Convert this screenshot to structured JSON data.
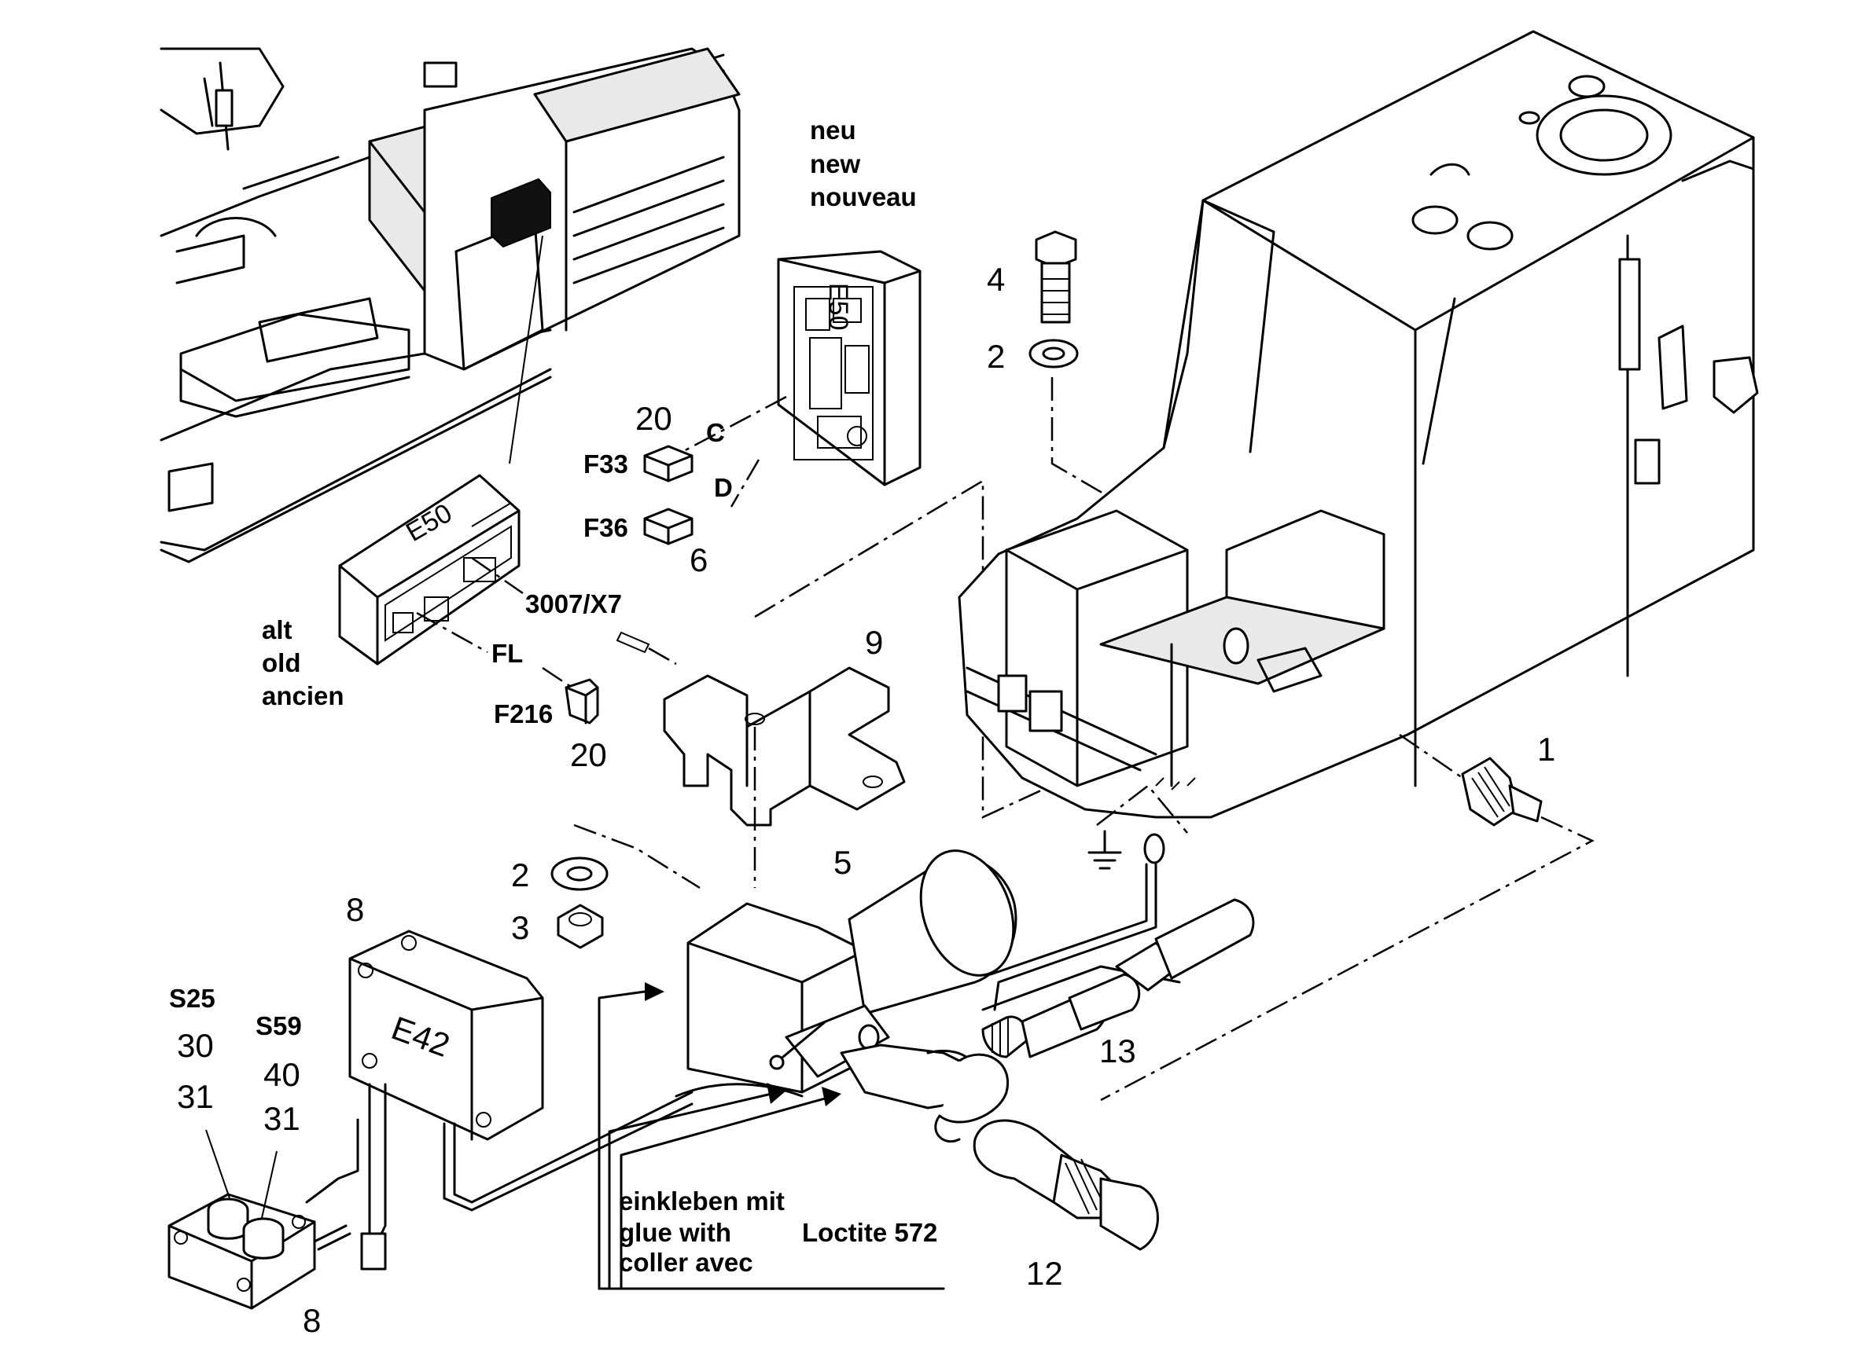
{
  "variants": {
    "new": [
      "neu",
      "new",
      "nouveau"
    ],
    "old": [
      "alt",
      "old",
      "ancien"
    ]
  },
  "modules": {
    "e50_new": "E50",
    "e50_old": "E50",
    "e42": "E42"
  },
  "connectors": {
    "c": "C",
    "d": "D",
    "fl": "FL",
    "x7": "3007/X7"
  },
  "fuses": {
    "f33": "F33",
    "f36": "F36",
    "f216": "F216"
  },
  "switches": {
    "s25": "S25",
    "s59": "S59"
  },
  "callouts": {
    "p1": "1",
    "p2a": "2",
    "p2b": "2",
    "p3": "3",
    "p4": "4",
    "p5": "5",
    "p6": "6",
    "p8a": "8",
    "p8b": "8",
    "p9": "9",
    "p12": "12",
    "p13": "13",
    "p20a": "20",
    "p20b": "20",
    "p30": "30",
    "p31a": "31",
    "p31b": "31",
    "p40": "40"
  },
  "glue_note": {
    "line1": "einkleben mit",
    "line2": "glue with",
    "line3": "coller avec",
    "product": "Loctite 572"
  }
}
